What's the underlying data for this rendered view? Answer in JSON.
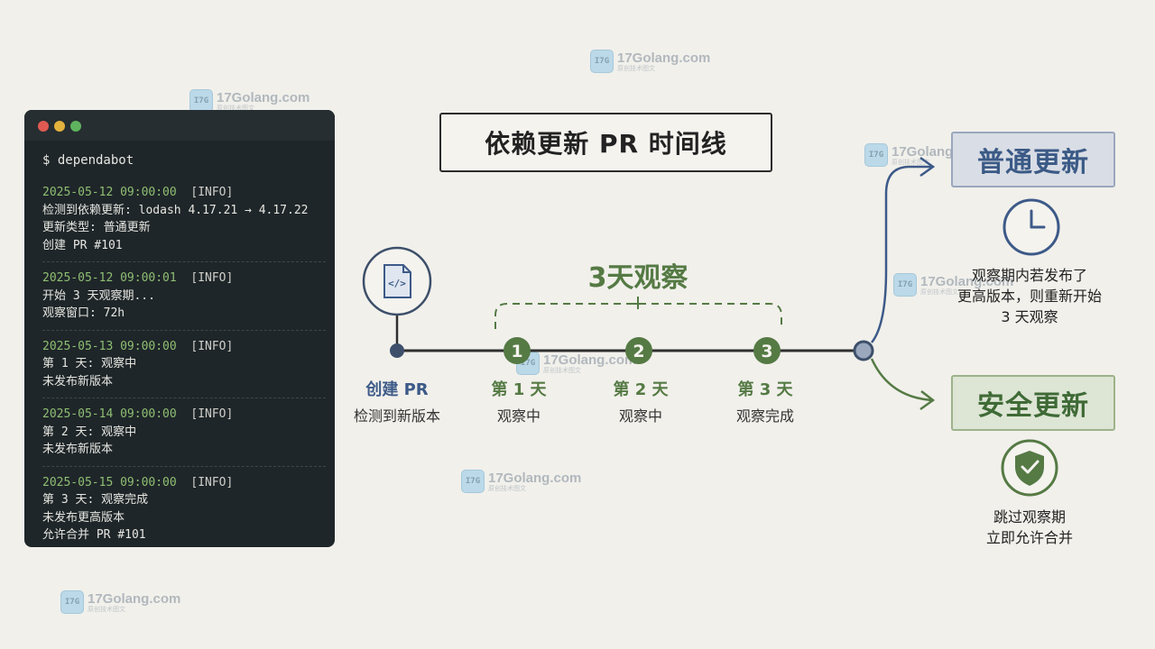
{
  "watermark": {
    "site": "17Golang.com",
    "sub": "原创技术图文",
    "logo": "I7G"
  },
  "title": "依赖更新 PR 时间线",
  "terminal": {
    "prompt": "$ dependabot",
    "logs": [
      {
        "timestamp": "2025-05-12 09:00:00",
        "level": "[INFO]",
        "lines": [
          "检测到依赖更新: lodash 4.17.21 → 4.17.22",
          "更新类型: 普通更新",
          "创建 PR #101"
        ]
      },
      {
        "timestamp": "2025-05-12 09:00:01",
        "level": "[INFO]",
        "lines": [
          "开始 3 天观察期...",
          "观察窗口: 72h"
        ]
      },
      {
        "timestamp": "2025-05-13 09:00:00",
        "level": "[INFO]",
        "lines": [
          "第 1 天: 观察中",
          "未发布新版本"
        ]
      },
      {
        "timestamp": "2025-05-14 09:00:00",
        "level": "[INFO]",
        "lines": [
          "第 2 天: 观察中",
          "未发布新版本"
        ]
      },
      {
        "timestamp": "2025-05-15 09:00:00",
        "level": "[INFO]",
        "lines": [
          "第 3 天: 观察完成",
          "未发布更高版本",
          "允许合并 PR #101"
        ]
      }
    ]
  },
  "timeline": {
    "observation_label": "3天观察",
    "start": {
      "title": "创建 PR",
      "subtitle": "检测到新版本",
      "icon": "code-file-icon"
    },
    "days": [
      {
        "number": "1",
        "title": "第 1 天",
        "subtitle": "观察中"
      },
      {
        "number": "2",
        "title": "第 2 天",
        "subtitle": "观察中"
      },
      {
        "number": "3",
        "title": "第 3 天",
        "subtitle": "观察完成"
      }
    ]
  },
  "outcomes": {
    "normal": {
      "label": "普通更新",
      "note": [
        "观察期内若发布了",
        "更高版本，则重新开始",
        "3 天观察"
      ],
      "icon": "clock-icon"
    },
    "security": {
      "label": "安全更新",
      "note": [
        "跳过观察期",
        "立即允许合并"
      ],
      "icon": "shield-check-icon"
    }
  },
  "colors": {
    "blue": "#3d5a88",
    "green": "#557a44",
    "line": "#2f2f2f",
    "terminal_bg": "#1f2629"
  }
}
